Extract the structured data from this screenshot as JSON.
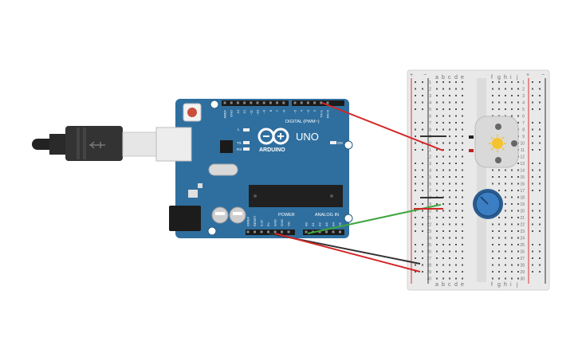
{
  "board": {
    "brand": "ARDUINO",
    "model": "UNO",
    "digital_header": "DIGITAL (PWM~)",
    "power_header": "POWER",
    "analog_header": "ANALOG IN",
    "on_label": "ON",
    "tx_label": "TX",
    "rx_label": "RX",
    "l_label": "L",
    "digital_pins": [
      "AREF",
      "GND",
      "13",
      "12",
      "~11",
      "~10",
      "~9",
      "8",
      "7",
      "~6",
      "~5",
      "4",
      "~3",
      "2",
      "TX>1",
      "RX<0"
    ],
    "power_pins": [
      "IOREF",
      "RESET",
      "3.3V",
      "5V",
      "GND",
      "GND",
      "Vin"
    ],
    "analog_pins": [
      "A0",
      "A1",
      "A2",
      "A3",
      "A4",
      "A5"
    ]
  },
  "breadboard": {
    "columns_left": [
      "a",
      "b",
      "c",
      "d",
      "e"
    ],
    "columns_right": [
      "f",
      "g",
      "h",
      "i",
      "j"
    ],
    "rows": [
      "1",
      "2",
      "3",
      "4",
      "5",
      "6",
      "7",
      "8",
      "9",
      "10",
      "11",
      "12",
      "13",
      "14",
      "15",
      "16",
      "17",
      "18",
      "19",
      "20",
      "21",
      "22",
      "23",
      "24",
      "25",
      "26",
      "27",
      "28",
      "29",
      "30"
    ],
    "plus": "+",
    "minus": "−"
  },
  "components": {
    "light": "lamp-sun-icon",
    "pot": "potentiometer-knob-icon",
    "usb": "usb-cable-icon"
  },
  "colors": {
    "board": "#2f6f9f",
    "breadboard": "#e9e9e9",
    "wire_red": "#d32626",
    "wire_black": "#333333",
    "wire_green": "#3fa53f",
    "rail_red": "#d33",
    "rail_blue": "#333"
  }
}
